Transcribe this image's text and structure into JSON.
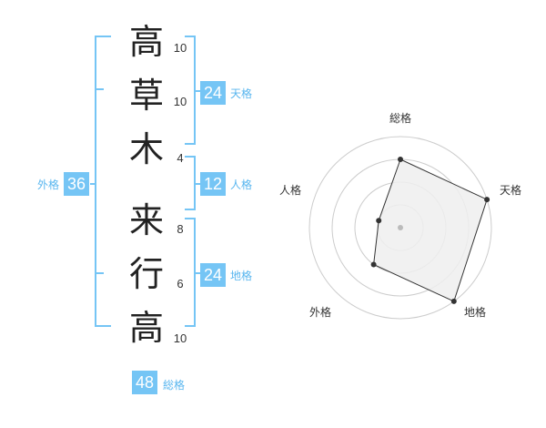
{
  "name": {
    "characters": [
      {
        "char": "高",
        "strokes": "10"
      },
      {
        "char": "草",
        "strokes": "10"
      },
      {
        "char": "木",
        "strokes": "4"
      },
      {
        "char": "来",
        "strokes": "8"
      },
      {
        "char": "行",
        "strokes": "6"
      },
      {
        "char": "高",
        "strokes": "10"
      }
    ]
  },
  "fortune": {
    "tenkaku": {
      "label": "天格",
      "value": "24"
    },
    "jinkaku": {
      "label": "人格",
      "value": "12"
    },
    "chikaku": {
      "label": "地格",
      "value": "24"
    },
    "gaikaku": {
      "label": "外格",
      "value": "36"
    },
    "soukaku": {
      "label": "総格",
      "value": "48"
    }
  },
  "radar": {
    "axes": [
      "総格",
      "天格",
      "地格",
      "外格",
      "人格"
    ],
    "levels": 4,
    "scores": [
      3,
      4,
      4,
      2,
      1
    ],
    "colors": {
      "grid": "#cccccc",
      "fill": "#eeeeee",
      "stroke": "#333333",
      "center": "#bbbbbb"
    }
  },
  "colors": {
    "bracket": "#75c5f5",
    "box": "#75c5f5",
    "label": "#59b6ef"
  }
}
